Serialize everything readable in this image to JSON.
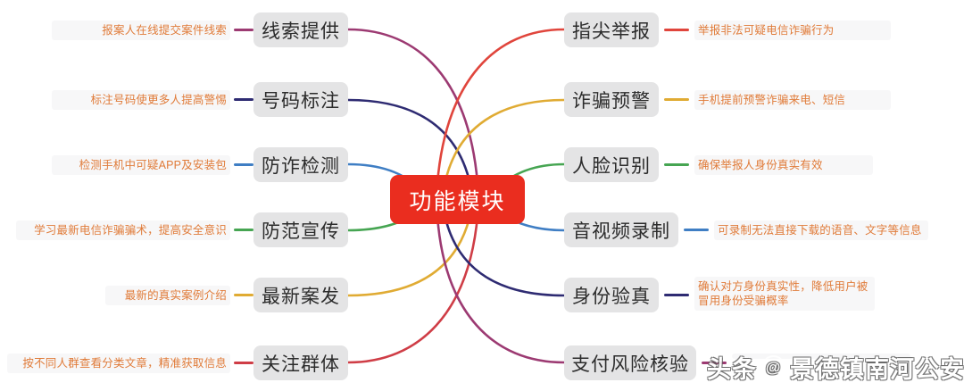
{
  "diagram": {
    "type": "mind-map",
    "title": "功能模块",
    "root": {
      "label": "功能模块",
      "color": "#ea2d1f"
    },
    "left_branches": [
      {
        "topic": "线索提供",
        "leaf": "报案人在线提交案件线索",
        "color": "#9c3a72"
      },
      {
        "topic": "号码标注",
        "leaf": "标注号码使更多人提高警惕",
        "color": "#2e2b72"
      },
      {
        "topic": "防诈检测",
        "leaf": "检测手机中可疑APP及安装包",
        "color": "#3f7ec4"
      },
      {
        "topic": "防范宣传",
        "leaf": "学习最新电信诈骗骗术，提高安全意识",
        "color": "#46a552"
      },
      {
        "topic": "最新案发",
        "leaf": "最新的真实案例介绍",
        "color": "#e0ab33"
      },
      {
        "topic": "关注群体",
        "leaf": "按不同人群查看分类文章，精准获取信息",
        "color": "#cf3d46"
      }
    ],
    "right_branches": [
      {
        "topic": "指尖举报",
        "leaf": "举报非法可疑电信诈骗行为",
        "color": "#e0453c"
      },
      {
        "topic": "诈骗预警",
        "leaf": "手机提前预警诈骗来电、短信",
        "color": "#e0ab33"
      },
      {
        "topic": "人脸识别",
        "leaf": "确保举报人身份真实有效",
        "color": "#46a552"
      },
      {
        "topic": "音视频录制",
        "leaf": "可录制无法直接下载的语音、文字等信息",
        "color": "#3f7ec4"
      },
      {
        "topic": "身份验真",
        "leaf": "确认对方身份真实性，降低用户被冒用身份受骗概率",
        "color": "#2e2b72"
      },
      {
        "topic": "支付风险核验",
        "leaf": "",
        "color": "#9c3a72"
      }
    ]
  },
  "watermark": {
    "brand": "头条",
    "at_symbol": "@",
    "account": "景德镇南河公安"
  }
}
